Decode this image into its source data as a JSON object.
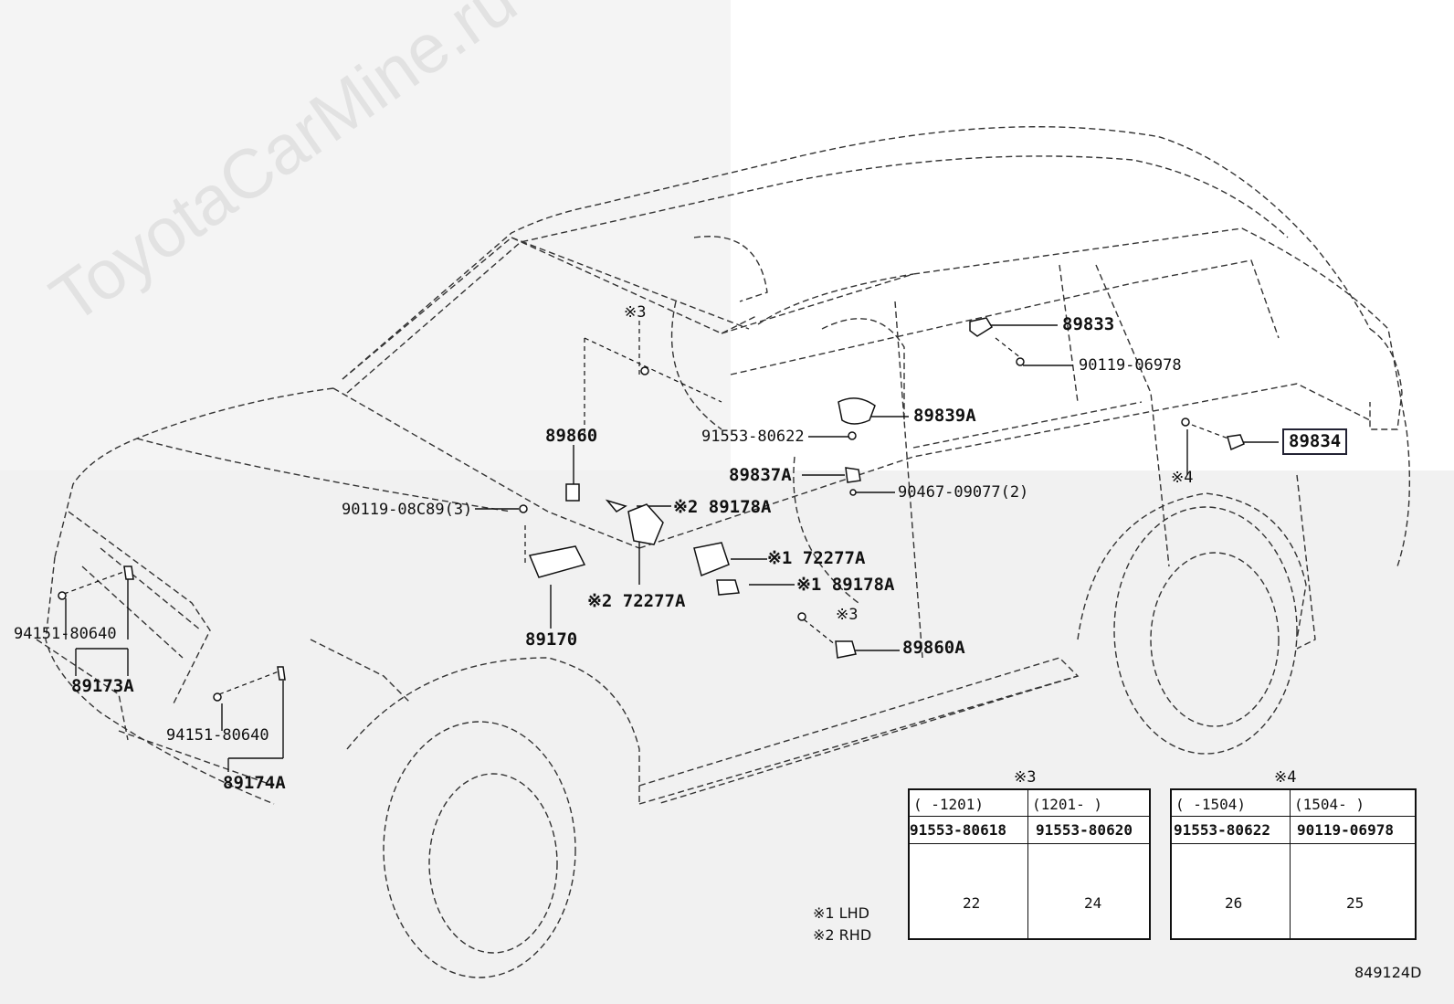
{
  "watermark": "ToyotaCarMine.ru",
  "labels": {
    "p89833": "89833",
    "p90119_06978": "90119-06978",
    "p89839A": "89839A",
    "p91553_80622": "91553-80622",
    "p89834": "89834",
    "p89860": "89860",
    "p89837A": "89837A",
    "p90467": "90467-09077(2)",
    "p90119_08C89": "90119-08C89(3)",
    "p89178A_2": "※2 89178A",
    "p72277A_1": "※1 72277A",
    "p89178A_1": "※1 89178A",
    "p72277A_2": "※2 72277A",
    "p89170": "89170",
    "p3_top": "※3",
    "p3_mid": "※3",
    "p4": "※4",
    "p89860A": "89860A",
    "p94151_a": "94151-80640",
    "p89173A": "89173A",
    "p94151_b": "94151-80640",
    "p89174A": "89174A"
  },
  "legend": {
    "l1": "※1  LHD",
    "l2": "※2  RHD"
  },
  "table3": {
    "title": "※3",
    "h1": "(     -1201)",
    "h2": "(1201-     )",
    "c1": "91553-80618",
    "c2": "91553-80620",
    "d1": "22",
    "d2": "24"
  },
  "table4": {
    "title": "※4",
    "h1": "(     -1504)",
    "h2": "(1504-     )",
    "c1": "91553-80622",
    "c2": "90119-06978",
    "d1": "26",
    "d2": "25"
  },
  "diagram_id": "849124D"
}
